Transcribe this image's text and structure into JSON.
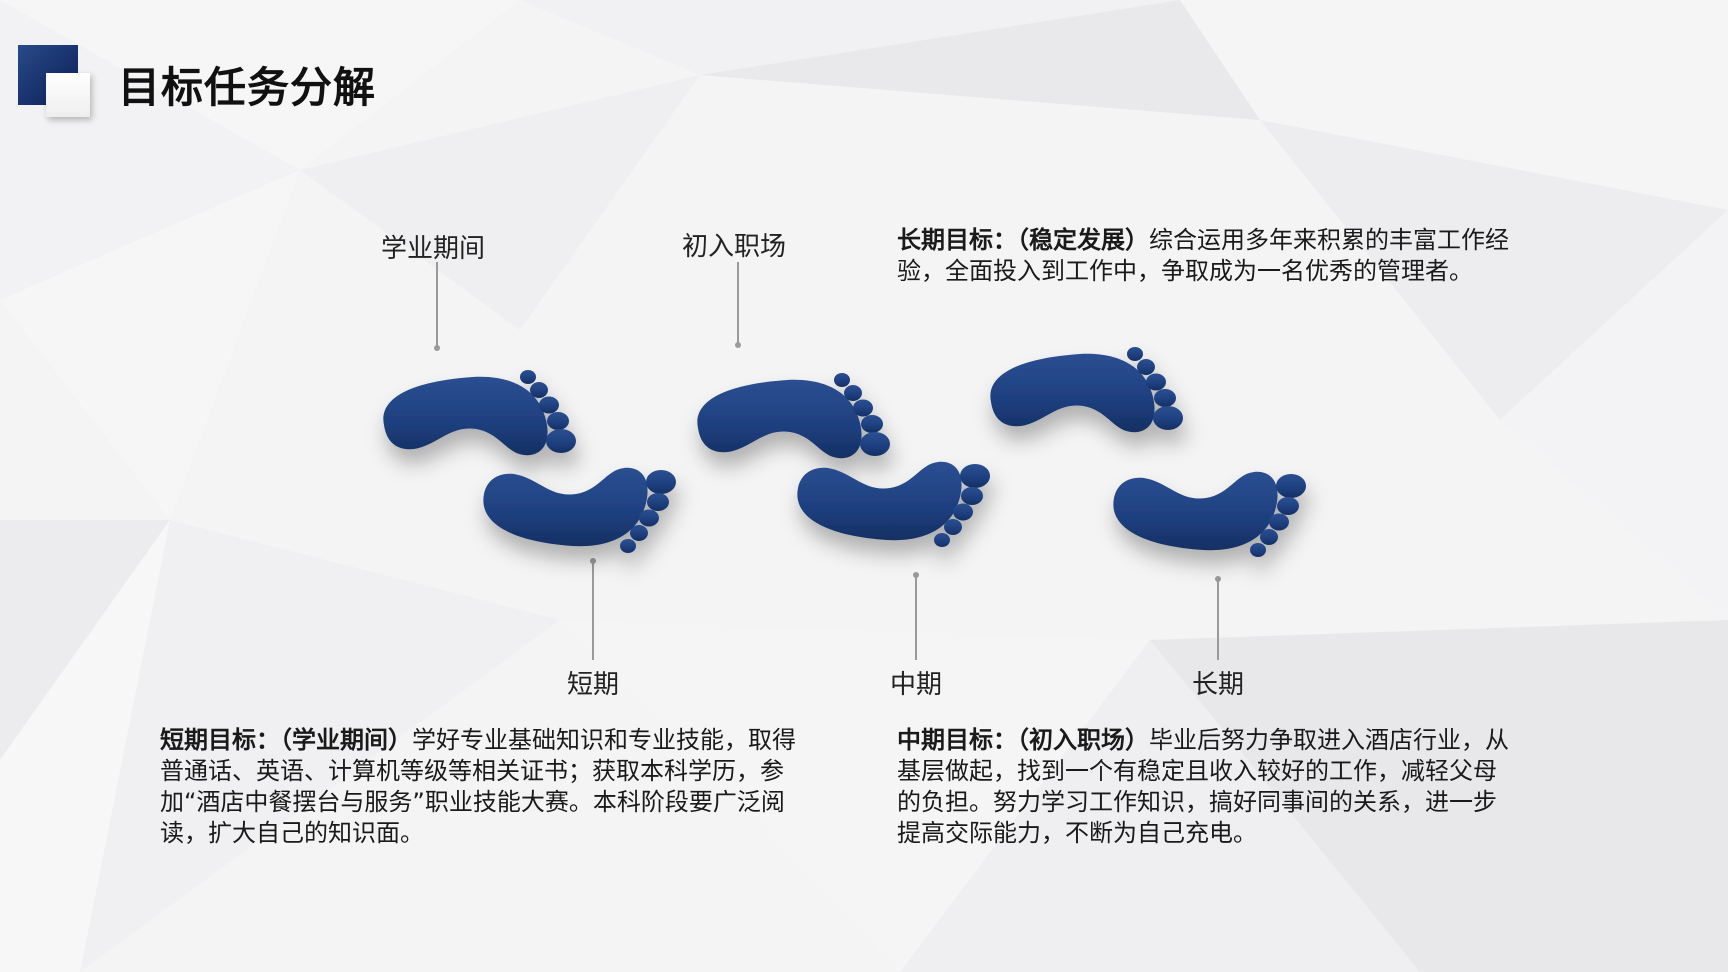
{
  "page": {
    "title": "目标任务分解"
  },
  "stages": [
    {
      "phase": "学业期间",
      "term": "短期"
    },
    {
      "phase": "初入职场",
      "term": "中期"
    },
    {
      "phase": "",
      "term": "长期"
    }
  ],
  "descriptions": {
    "long": {
      "heading": "长期目标：",
      "tag": "（稳定发展）",
      "body": "综合运用多年来积累的丰富工作经验，全面投入到工作中，争取成为一名优秀的管理者。"
    },
    "short": {
      "heading": "短期目标：",
      "tag": "（学业期间）",
      "body": "学好专业基础知识和专业技能，取得普通话、英语、计算机等级等相关证书；获取本科学历，参加“酒店中餐摆台与服务”职业技能大赛。本科阶段要广泛阅读，扩大自己的知识面。"
    },
    "mid": {
      "heading": "中期目标：",
      "tag": "（初入职场）",
      "body": "毕业后努力争取进入酒店行业，从基层做起，找到一个有稳定且收入较好的工作，减轻父母的负担。努力学习工作知识，搞好同事间的关系，进一步提高交际能力，不断为自己充电。"
    }
  },
  "colors": {
    "footprint": "#1e3f7e",
    "title_mark": "#16306a",
    "connector": "#9a9a9a"
  }
}
